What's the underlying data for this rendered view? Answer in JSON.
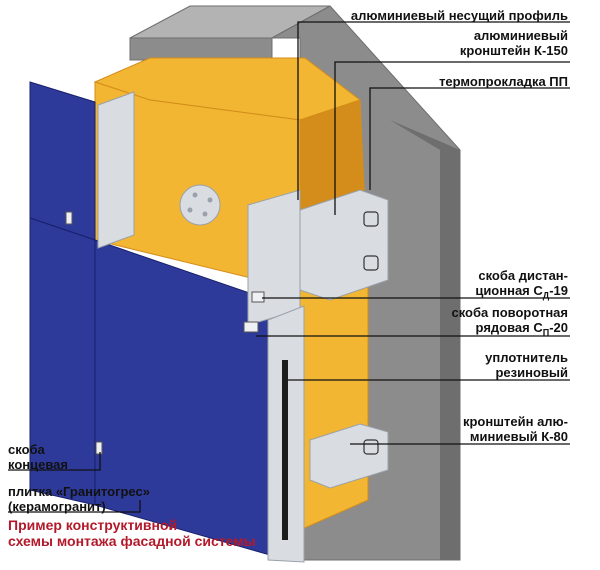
{
  "colors": {
    "wall": "#8c8c8c",
    "wall_top": "#b3b3b3",
    "wall_side": "#6e6e6e",
    "insulation": "#f2b632",
    "insulation_dark": "#d48d1a",
    "tile": "#2d3a9a",
    "tile_edge": "#18206a",
    "metal": "#d9dde2",
    "metal_dark": "#9aa1aa",
    "leader": "#111111",
    "caption": "#b3192a"
  },
  "labels": {
    "profile": "алюминиевый несущий профиль",
    "bracket150_line1": "алюминиевый",
    "bracket150_line2": "кронштейн К-150",
    "thermo": "термопрокладка ПП",
    "clip19_line1": "скоба дистан-",
    "clip19_line2": "ционная С",
    "clip19_sub": "Д",
    "clip19_tail": "-19",
    "clip20_line1": "скоба поворотная",
    "clip20_line2": "рядовая С",
    "clip20_sub": "П",
    "clip20_tail": "-20",
    "seal_line1": "уплотнитель",
    "seal_line2": "резиновый",
    "bracket80_line1": "кронштейн алю-",
    "bracket80_line2": "миниевый К-80",
    "endclip_line1": "скоба",
    "endclip_line2": "концевая",
    "tile_line1": "плитка «Гранитогрес»",
    "tile_line2": "(керамогранит)"
  },
  "caption": {
    "line1": "Пример конструктивной",
    "line2": "схемы монтажа фасадной системы"
  }
}
